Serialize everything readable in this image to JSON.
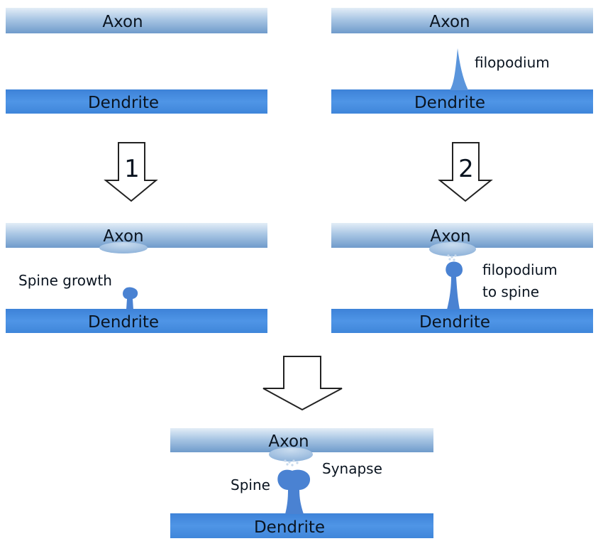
{
  "labels": {
    "axon": "Axon",
    "dendrite": "Dendrite",
    "filopodium": "filopodium",
    "step1": "1",
    "step2": "2",
    "spine_growth": "Spine growth",
    "filopodium_to_spine_line1": "filopodium",
    "filopodium_to_spine_line2": "to spine",
    "spine": "Spine",
    "synapse": "Synapse"
  },
  "colors": {
    "axon_top": "#dce8f4",
    "axon_mid": "#9fbfe0",
    "axon_bottom": "#6a97c9",
    "dendrite": "#4a90e0",
    "dendrite_dark": "#3a78c4",
    "spine": "#4a7fd0",
    "arrow_stroke": "#222222"
  }
}
